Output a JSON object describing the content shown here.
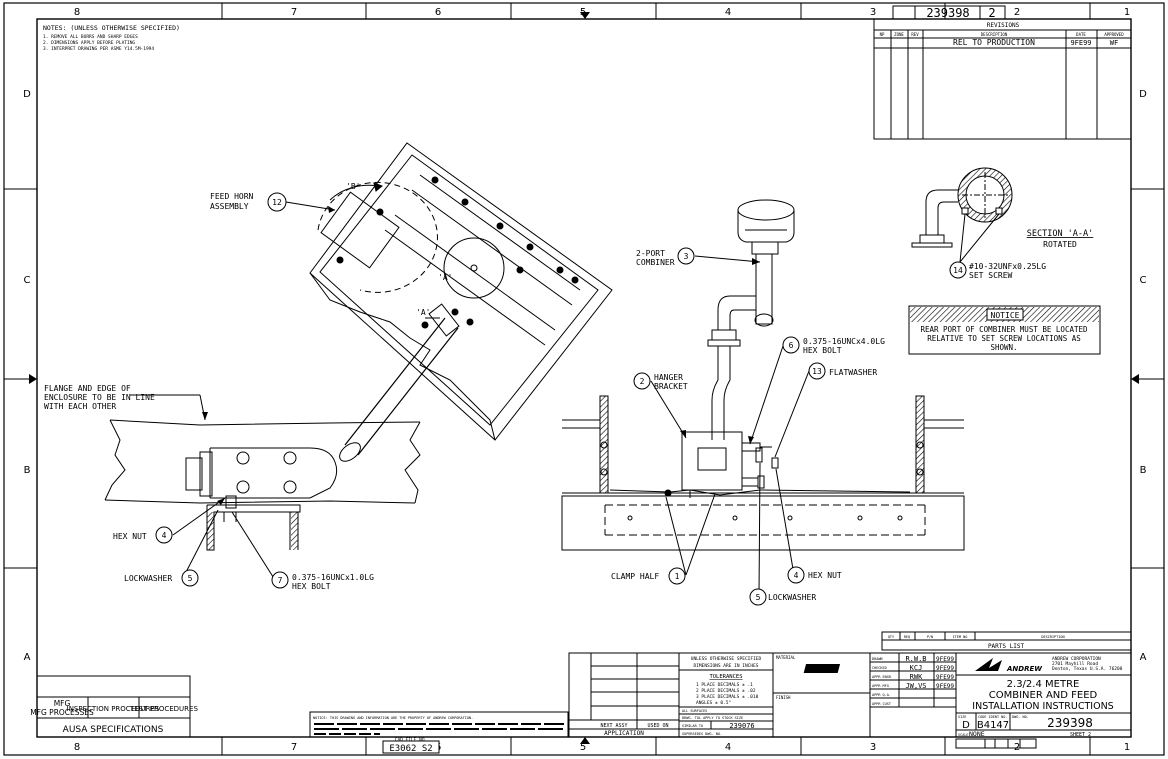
{
  "drawing": {
    "number": "239398",
    "sheet": "2",
    "title_lines": [
      "2.3/2.4 METRE",
      "COMBINER AND FEED",
      "INSTALLATION INSTRUCTIONS"
    ],
    "company_logo_text": "ANDREW",
    "company_block": [
      "ANDREW CORPORATION",
      "2701 Mayhill Road",
      "Denton, Texas U.S.A. 76208"
    ],
    "size": "D",
    "cage_code": "B4147",
    "scale": "NONE",
    "sheet_label": "SHEET 2",
    "cad_file_no": "E3062_S2",
    "cad_file_label": "CAD FILE NO."
  },
  "border": {
    "columns": [
      "8",
      "7",
      "6",
      "5",
      "4",
      "3",
      "2",
      "1"
    ],
    "rows": [
      "D",
      "C",
      "B",
      "A"
    ]
  },
  "notes": {
    "heading": "NOTES: (UNLESS OTHERWISE SPECIFIED)",
    "items": [
      "1. REMOVE ALL BURRS AND SHARP EDGES",
      "2. DIMENSIONS APPLY BEFORE PLATING",
      "3. INTERPRET DRAWING PER ASME Y14.5M-1994"
    ]
  },
  "revisions": {
    "title": "REVISIONS",
    "headers": [
      "NP",
      "ZONE",
      "REV",
      "DESCRIPTION",
      "DATE",
      "APPROVED"
    ],
    "rows": [
      {
        "description": "REL TO PRODUCTION",
        "date": "9FE99",
        "approved": "WF"
      }
    ]
  },
  "callouts": {
    "feed_horn": {
      "num": "12",
      "text": [
        "FEED HORN",
        "ASSEMBLY"
      ]
    },
    "combiner": {
      "num": "3",
      "text": [
        "2-PORT",
        "COMBINER"
      ]
    },
    "hanger": {
      "num": "2",
      "text": [
        "HANGER",
        "BRACKET"
      ]
    },
    "hex_bolt_long": {
      "num": "6",
      "text": [
        "0.375-16UNCx4.0LG",
        "HEX BOLT"
      ]
    },
    "flatwasher": {
      "num": "13",
      "text": [
        "FLATWASHER"
      ]
    },
    "clamp_half": {
      "num": "1",
      "text": [
        "CLAMP HALF"
      ]
    },
    "hex_nut_right": {
      "num": "4",
      "text": [
        "HEX NUT"
      ]
    },
    "lockwasher_right": {
      "num": "5",
      "text": [
        "LOCKWASHER"
      ]
    },
    "hex_nut_left": {
      "num": "4",
      "text": [
        "HEX NUT"
      ]
    },
    "lockwasher_left": {
      "num": "5",
      "text": [
        "LOCKWASHER"
      ]
    },
    "hex_bolt_short": {
      "num": "7",
      "text": [
        "0.375-16UNCx1.0LG",
        "HEX BOLT"
      ]
    },
    "set_screw": {
      "num": "14",
      "text": [
        "#10-32UNFx0.25LG",
        "SET SCREW"
      ]
    },
    "flange_note": [
      "FLANGE AND EDGE OF",
      "ENCLOSURE TO BE IN LINE",
      "WITH EACH OTHER"
    ],
    "view_b": "'B'",
    "view_a1": "'A'",
    "view_a2": "'A'"
  },
  "section": {
    "title": "SECTION 'A-A'",
    "sub": "ROTATED"
  },
  "notice": {
    "heading": "NOTICE",
    "lines": [
      "REAR PORT OF COMBINER MUST BE LOCATED",
      "RELATIVE TO SET SCREW LOCATIONS AS",
      "SHOWN."
    ]
  },
  "parts_list": {
    "title": "PARTS LIST",
    "headers": [
      "QTY",
      "REQ",
      "P/N",
      "ITEM NO",
      "DESCRIPTION"
    ]
  },
  "approvals": {
    "rows": [
      {
        "label": "DRAWN",
        "name": "R.W.B",
        "date": "9FE99"
      },
      {
        "label": "CHECKED",
        "name": "KCJ",
        "date": "9FE99"
      },
      {
        "label": "APPR ENGR",
        "name": "RWK",
        "date": "9FE99"
      },
      {
        "label": "APPR MFG",
        "name": "JW,VS",
        "date": "9FE99"
      },
      {
        "label": "APPR Q.A.",
        "name": "",
        "date": ""
      },
      {
        "label": "APPR CUST",
        "name": "",
        "date": ""
      }
    ]
  },
  "tolerances": {
    "heading": [
      "UNLESS OTHERWISE SPECIFIED",
      "DIMENSIONS ARE IN INCHES"
    ],
    "title": "TOLERANCES",
    "lines": [
      "1 PLACE DECIMALS ± .1",
      "2 PLACE DECIMALS ± .02",
      "3 PLACE DECIMALS ± .010",
      "ANGLES ± 0.5°"
    ],
    "surfaces": "ALL SURFACES",
    "drawing_ref": "DRWG. TOL APPLY TO STOCK SIZE",
    "similar_to": "SIMILAR TO",
    "similar_value": "239076",
    "supersedes": "SUPERSEDES DWG. NO."
  },
  "material_label": "MATERIAL",
  "finish_label": "FINISH",
  "application": {
    "next_assy": "NEXT ASSY",
    "used_on": "USED ON",
    "label": "APPLICATION"
  },
  "procedures": {
    "headers": [
      "MFG PROCESSES",
      "INSPECTION PROCEDURES",
      "TEST PROCEDURES"
    ],
    "footer": "AUSA SPECIFICATIONS"
  },
  "proprietary_note": "NOTICE: THIS DRAWING AND INFORMATION ARE THE PROPERTY OF ANDREW CORPORATION.",
  "bottom_right": {
    "size_label": "SIZE",
    "code_label": "CODE IDENT NO.",
    "dwg_label": "DWG. NO."
  }
}
